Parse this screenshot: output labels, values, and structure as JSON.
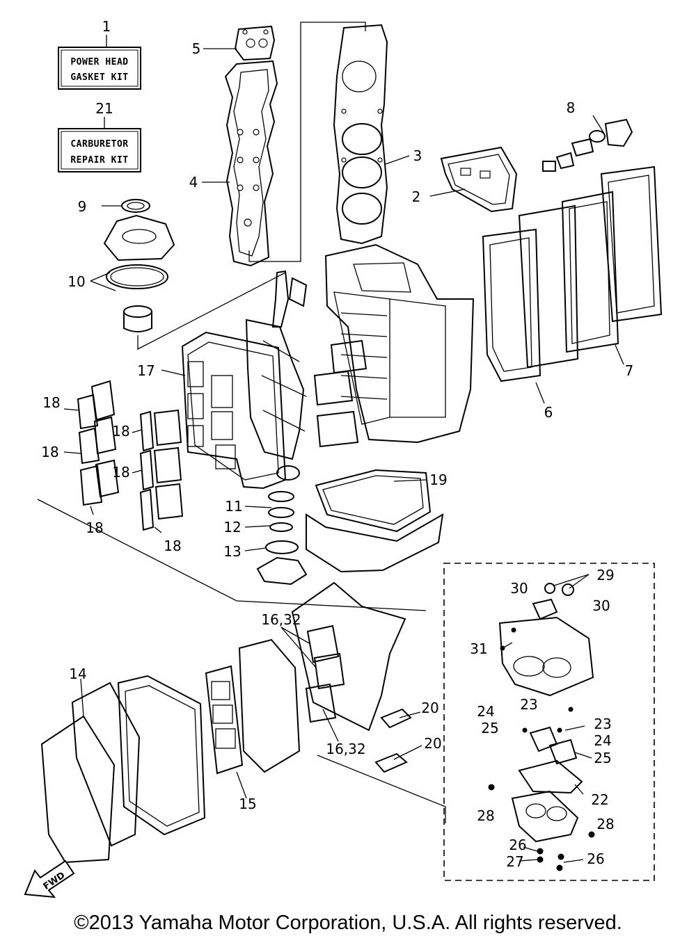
{
  "kits": {
    "power_head": {
      "number": "1",
      "line1": "POWER HEAD",
      "line2": "GASKET KIT"
    },
    "carburetor": {
      "number": "21",
      "line1": "CARBURETOR",
      "line2": "REPAIR KIT"
    }
  },
  "callouts": {
    "c2": "2",
    "c3": "3",
    "c4": "4",
    "c5": "5",
    "c6": "6",
    "c7": "7",
    "c8": "8",
    "c9": "9",
    "c10": "10",
    "c11": "11",
    "c12": "12",
    "c13": "13",
    "c14": "14",
    "c15": "15",
    "c16_32_a": "16,32",
    "c16_32_b": "16,32",
    "c17": "17",
    "c18_a": "18",
    "c18_b": "18",
    "c18_c": "18",
    "c18_d": "18",
    "c18_e": "18",
    "c18_f": "18",
    "c19": "19",
    "c20_a": "20",
    "c20_b": "20",
    "c22": "22",
    "c23_a": "23",
    "c23_b": "23",
    "c24_a": "24",
    "c24_b": "24",
    "c25_a": "25",
    "c25_b": "25",
    "c26_a": "26",
    "c26_b": "26",
    "c27": "27",
    "c28_a": "28",
    "c28_b": "28",
    "c29": "29",
    "c30_a": "30",
    "c30_b": "30",
    "c31": "31"
  },
  "fwd_label": "FWD",
  "copyright": "©2013 Yamaha Motor Corporation, U.S.A. All rights reserved."
}
